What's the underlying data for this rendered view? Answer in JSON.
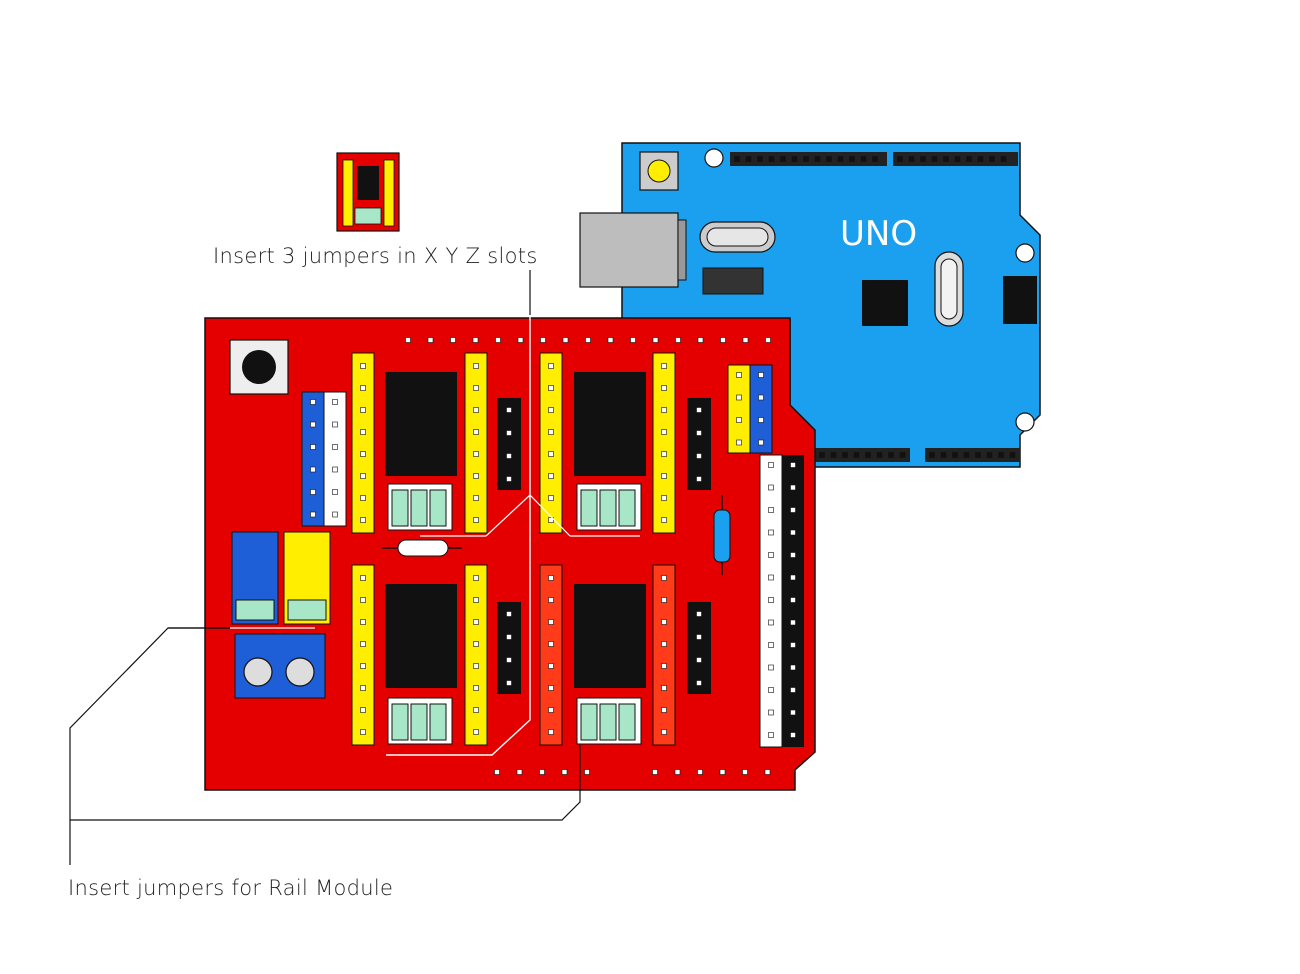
{
  "board": {
    "label": "UNO"
  },
  "annotations": {
    "top_caption": "Insert 3 jumpers in X Y Z slots",
    "bottom_caption": "Insert jumpers for Rail Module"
  },
  "colors": {
    "shield_red": "#e50000",
    "uno_blue": "#1aa0ee",
    "header_yellow": "#ffee00",
    "header_blue": "#1e5fd8",
    "header_white": "#ffffff",
    "jumper_green": "#a8e6c8",
    "outline": "#111111"
  },
  "icons": [
    "reset-button-icon",
    "usb-port-icon",
    "crystal-icon",
    "chip-icon",
    "screw-terminal-icon",
    "resistor-icon",
    "capacitor-icon",
    "jumper-icon"
  ]
}
